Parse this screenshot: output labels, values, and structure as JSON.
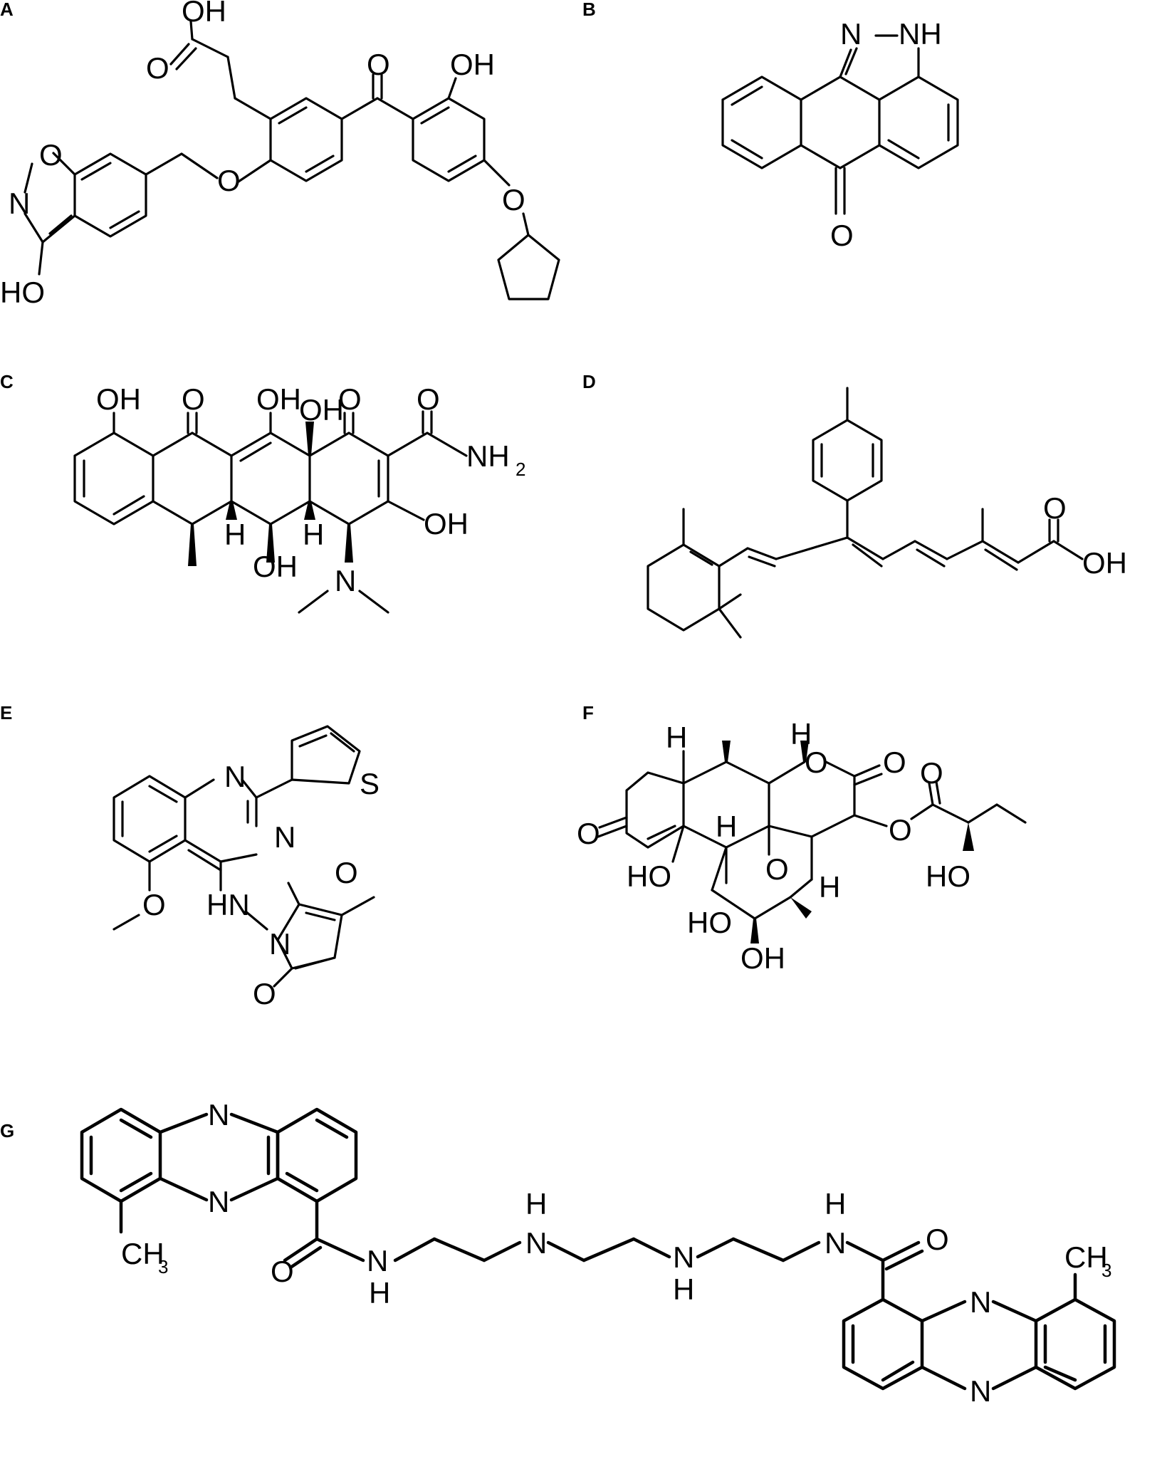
{
  "panels": [
    {
      "letter": "A"
    },
    {
      "letter": "B"
    },
    {
      "letter": "C"
    },
    {
      "letter": "D"
    },
    {
      "letter": "E"
    },
    {
      "letter": "F"
    },
    {
      "letter": "G"
    }
  ],
  "atoms": {
    "A": {
      "cooh_oh": "OH",
      "cooh_o": "O",
      "ketone_o": "O",
      "phenol_oh": "OH",
      "ether_o1": "O",
      "ether_o2": "O",
      "isox_o": "O",
      "isox_n": "N",
      "isox_oh": "HO"
    },
    "B": {
      "n1": "N",
      "nh": "NH",
      "o": "O"
    },
    "C": {
      "oh1": "OH",
      "o1": "O",
      "oh2": "OH",
      "oh3": "OH",
      "o2": "O",
      "o3": "O",
      "nh2": "NH",
      "nh2_sub": "2",
      "oh4": "OH",
      "oh5": "OH",
      "h1": "H",
      "h2": "H",
      "n": "N"
    },
    "D": {
      "o": "O",
      "oh": "OH"
    },
    "E": {
      "n1": "N",
      "n2": "N",
      "s": "S",
      "o_ring": "O",
      "hn": "HN",
      "n3": "N",
      "o1": "O",
      "o2": "O"
    },
    "F": {
      "h1": "H",
      "h2": "H",
      "o_ring": "O",
      "o_lactone": "O",
      "h3": "H",
      "o_ester": "O",
      "o_carbonyl": "O",
      "o_ketone": "O",
      "ho1": "HO",
      "o_bridge": "O",
      "h4": "H",
      "ho2": "HO",
      "ho3": "HO",
      "oh": "OH"
    },
    "G": {
      "n_top": "N",
      "n_mid": "N",
      "ch3_left": "CH",
      "ch3_left_sub": "3",
      "o_left": "O",
      "nh_left_n": "N",
      "nh_left_h": "H",
      "nh2_h": "H",
      "nh2_n": "N",
      "nh3_n": "N",
      "nh3_h": "H",
      "nh4_h": "H",
      "nh4_n": "N",
      "o_right": "O",
      "ch3_right": "CH",
      "ch3_right_sub": "3",
      "n_right_top": "N",
      "n_right_bot": "N"
    }
  }
}
